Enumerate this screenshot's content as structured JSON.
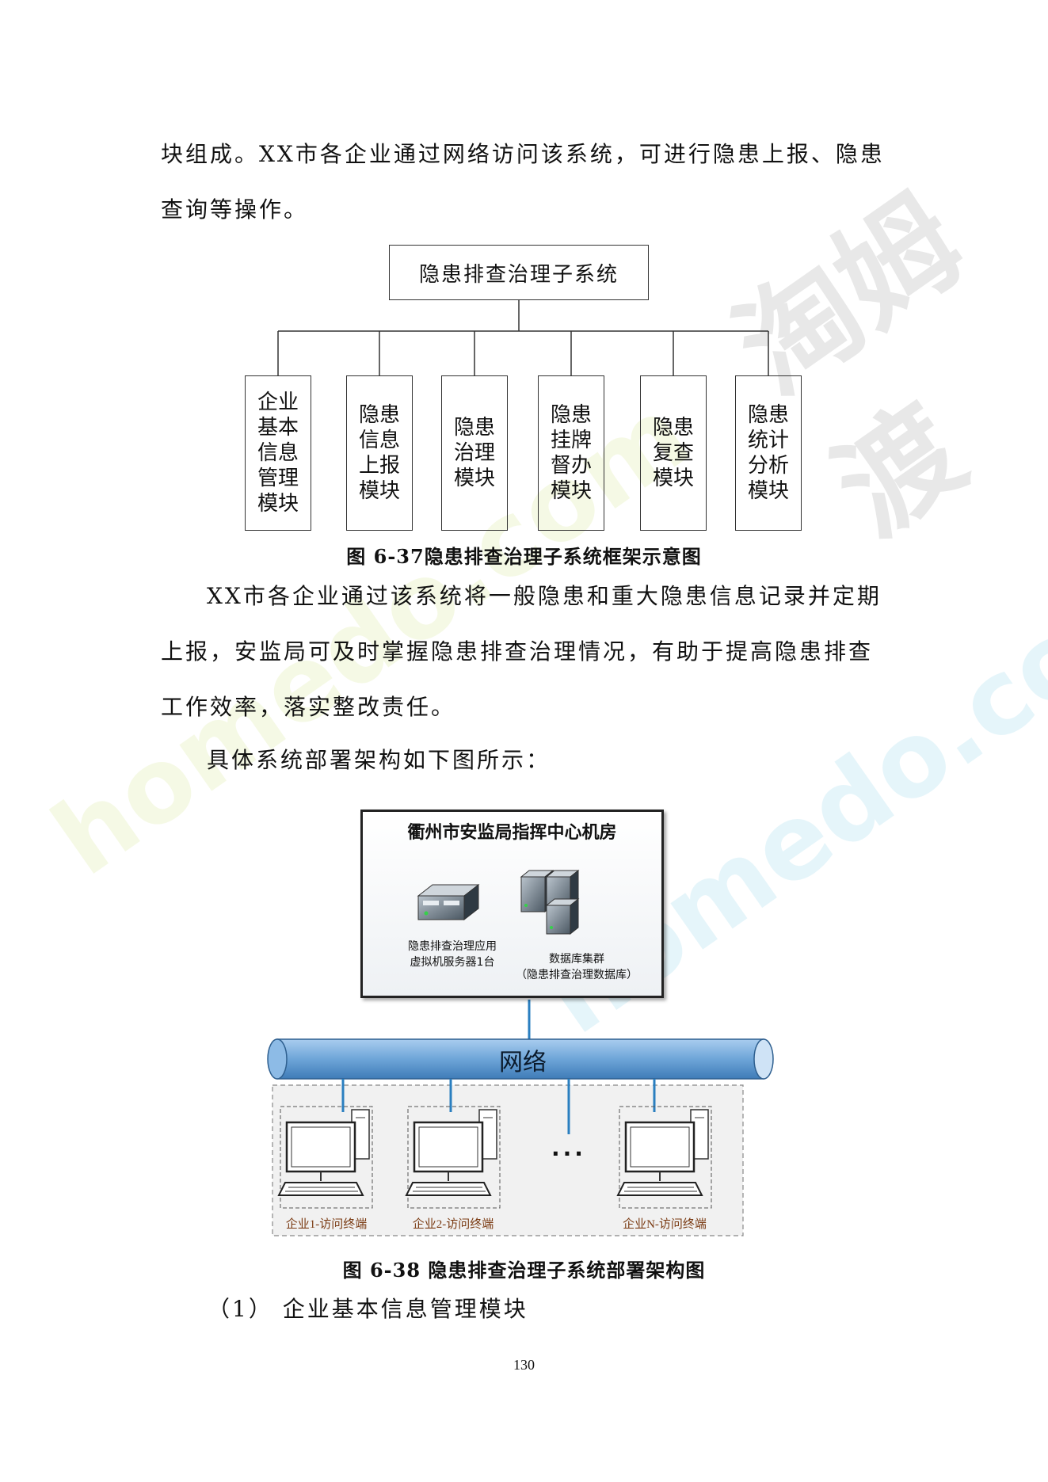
{
  "paragraphs": {
    "p1": "块组成。XX市各企业通过网络访问该系统，可进行隐患上报、隐患查询等操作。",
    "p2": "XX市各企业通过该系统将一般隐患和重大隐患信息记录并定期上报，安监局可及时掌握隐患排查治理情况，有助于提高隐患排查工作效率，落实整改责任。",
    "p3": "具体系统部署架构如下图所示：",
    "p4": "（1） 企业基本信息管理模块"
  },
  "figure1": {
    "caption": "图 6-37隐患排查治理子系统框架示意图",
    "root": "隐患排查治理子系统",
    "modules": [
      "企业\n基本\n信息\n管理\n模块",
      "隐患\n信息\n上报\n模块",
      "隐患\n治理\n模块",
      "隐患\n挂牌\n督办\n模块",
      "隐患\n复查\n模块",
      "隐患\n统计\n分析\n模块"
    ]
  },
  "figure2": {
    "caption": "图 6-38 隐患排查治理子系统部署架构图",
    "room_title": "衢州市安监局指挥中心机房",
    "app_server_label": "隐患排查治理应用\n虚拟机服务器1台",
    "db_cluster_label": "数据库集群\n（隐患排查治理数据库）",
    "network_label": "网络",
    "ellipsis": "···",
    "terminals": [
      "企业1-访问终端",
      "企业2-访问终端",
      "企业N-访问终端"
    ]
  },
  "page_number": "130",
  "watermark": {
    "brand": "淘姆渡",
    "site": "homedo.com"
  },
  "colors": {
    "network_pipe": "#7aaedc",
    "link_line": "#2a7fc0",
    "terminal_label": "#7a3a12"
  }
}
